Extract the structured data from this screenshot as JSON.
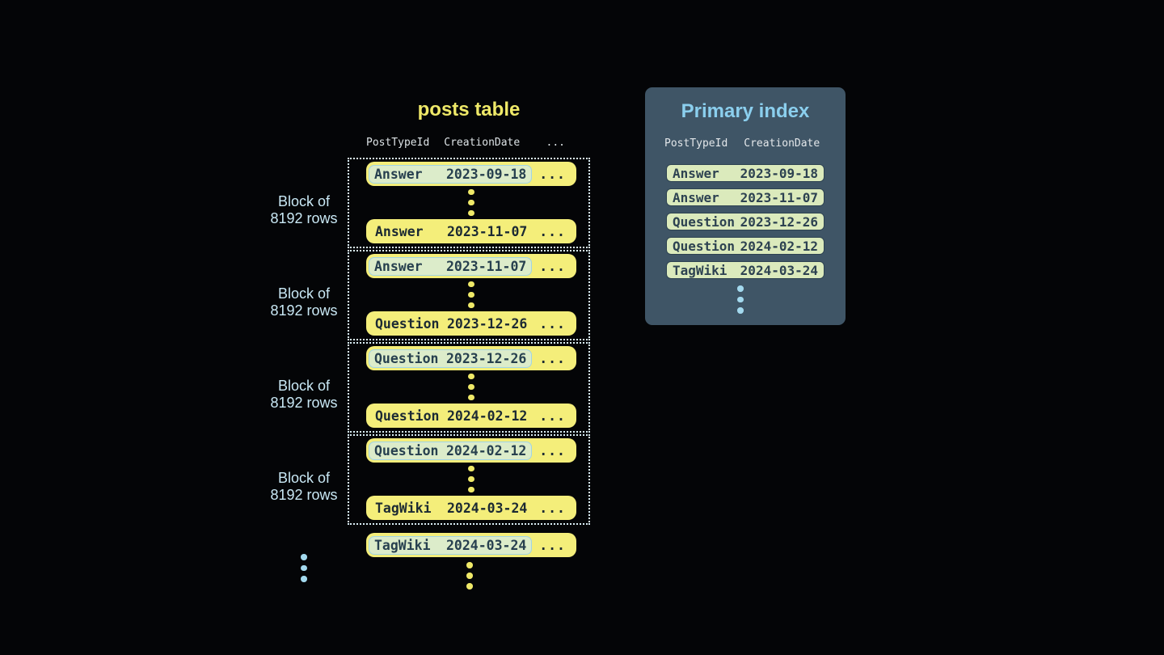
{
  "posts_table": {
    "title": "posts table",
    "header": {
      "col1": "PostTypeId",
      "col2": "CreationDate",
      "ellipsis": "..."
    },
    "block_label": {
      "line1": "Block of",
      "line2": "8192 rows"
    },
    "row_ellipsis": "...",
    "blocks": [
      {
        "first": {
          "type": "Answer",
          "date": "2023-09-18"
        },
        "last": {
          "type": "Answer",
          "date": "2023-11-07"
        }
      },
      {
        "first": {
          "type": "Answer",
          "date": "2023-11-07"
        },
        "last": {
          "type": "Question",
          "date": "2023-12-26"
        }
      },
      {
        "first": {
          "type": "Question",
          "date": "2023-12-26"
        },
        "last": {
          "type": "Question",
          "date": "2024-02-12"
        }
      },
      {
        "first": {
          "type": "Question",
          "date": "2024-02-12"
        },
        "last": {
          "type": "TagWiki",
          "date": "2024-03-24"
        }
      }
    ],
    "overflow_row": {
      "type": "TagWiki",
      "date": "2024-03-24"
    }
  },
  "primary_index": {
    "title": "Primary index",
    "header": {
      "col1": "PostTypeId",
      "col2": "CreationDate"
    },
    "rows": [
      {
        "type": "Answer",
        "date": "2023-09-18"
      },
      {
        "type": "Answer",
        "date": "2023-11-07"
      },
      {
        "type": "Question",
        "date": "2023-12-26"
      },
      {
        "type": "Question",
        "date": "2024-02-12"
      },
      {
        "type": "TagWiki",
        "date": "2024-03-24"
      }
    ]
  },
  "colors": {
    "background": "#040507",
    "row_yellow": "#f4ee7a",
    "title_yellow": "#efe968",
    "highlight_green": "#dcecca",
    "highlight_border_blue": "#a0d4e6",
    "dotted_border": "#daeef6",
    "label_blue": "#c9e8f5",
    "panel_background": "#3f5566",
    "panel_title_blue": "#8bcfee",
    "index_row_green": "#dbeabc",
    "index_row_text": "#2d4251",
    "dot_blue": "#a3d9ee"
  }
}
